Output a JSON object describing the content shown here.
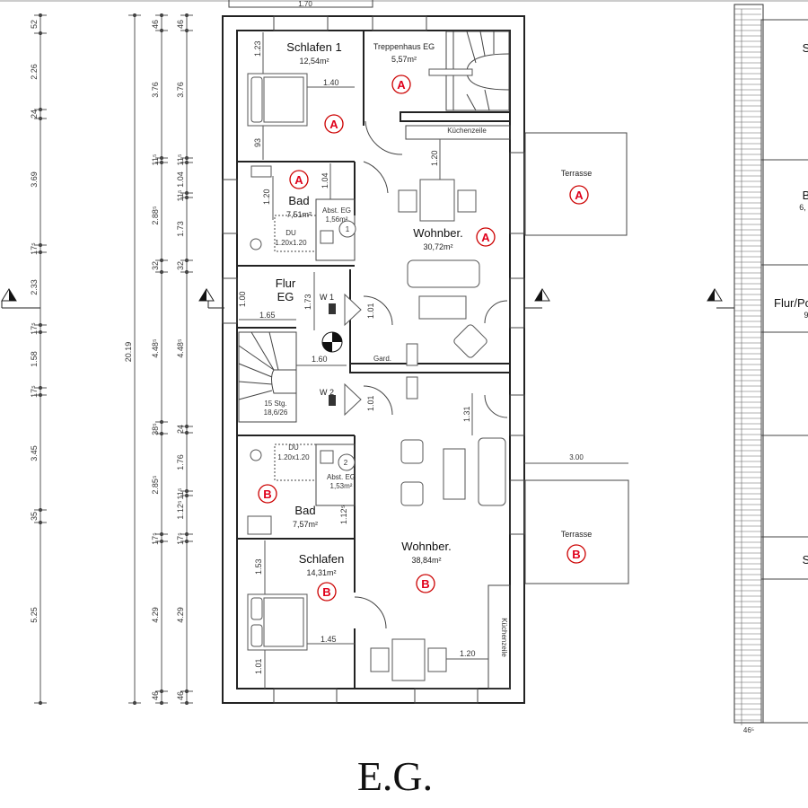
{
  "drawing": {
    "title": "E.G.",
    "top_dimension": "1.70",
    "terrace_dimension": "3.00"
  },
  "dimension_chains": {
    "outer": [
      "52",
      "2.26",
      "24",
      "3.69",
      "17⁵",
      "2.33",
      "17⁵",
      "1.58",
      "17⁵",
      "3.45",
      "35",
      "5.25"
    ],
    "total": [
      "20.19"
    ],
    "middle": [
      "46",
      "3.76",
      "11⁵",
      "2.88⁵",
      "32",
      "4.48⁵",
      "38⁵",
      "2.85⁵",
      "17⁵",
      "4.29",
      "46"
    ],
    "inner": [
      "46",
      "3.76",
      "11⁵",
      "1.04",
      "11⁵",
      "1.73",
      "32",
      "4.48⁵",
      "24",
      "1.76",
      "11⁵",
      "1.12⁵",
      "17⁵",
      "4.29",
      "46"
    ]
  },
  "rooms": {
    "schlafen1": {
      "name": "Schlafen 1",
      "area": "12,54m²",
      "dim_a": "1.23",
      "dim_b": "1.40",
      "dim_c": "93"
    },
    "treppenhaus": {
      "name": "Treppenhaus EG",
      "area": "5,57m²"
    },
    "kuechenzeile_a": {
      "name": "Küchenzeile",
      "dim": "1.20"
    },
    "bad_a": {
      "name": "Bad",
      "area": "7,51m²",
      "shower": "DU",
      "shower_size": "1.20x1.20",
      "dim_a": "1.20",
      "dim_b": "1.04"
    },
    "abst_a": {
      "name": "Abst. EG",
      "area": "1,56m²",
      "number": "1"
    },
    "wohn_a": {
      "name": "Wohnber.",
      "area": "30,72m²"
    },
    "flur": {
      "name_line1": "Flur",
      "name_line2": "EG",
      "dim_a": "1.00",
      "dim_b": "1.65",
      "dim_c": "1.73",
      "dim_d": "1.60"
    },
    "w1": {
      "name": "W 1",
      "door": "1.01"
    },
    "w2": {
      "name": "W 2",
      "door": "1.01"
    },
    "stairs": {
      "steps": "15 Stg.",
      "ratio": "18,6/26"
    },
    "garderobe": {
      "name": "Gard."
    },
    "wohn_b_dim": "1.31",
    "abst_b": {
      "name": "Abst. EG",
      "area": "1,53m²",
      "number": "2"
    },
    "bad_b": {
      "name": "Bad",
      "area": "7,57m²",
      "shower": "DU",
      "shower_size": "1.20x1.20",
      "dim": "1.12⁵"
    },
    "schlafen_b": {
      "name": "Schlafen",
      "area": "14,31m²",
      "dim_a": "1.53",
      "dim_b": "1.45",
      "dim_c": "1.01"
    },
    "wohn_b": {
      "name": "Wohnber.",
      "area": "38,84m²"
    },
    "kuechenzeile_b": {
      "name": "Küchenzeile",
      "dim": "1.20"
    },
    "terrasse_a": {
      "name": "Terrasse"
    },
    "terrasse_b": {
      "name": "Terrasse"
    }
  },
  "neighbor": {
    "room1": "S",
    "room2": "B",
    "area2": "6,",
    "room3": "Flur/Po",
    "area3": "9",
    "room4": "S",
    "bottom_dim": "46⁵"
  },
  "markers": {
    "a": "A",
    "b": "B",
    "color": "#e0001b"
  }
}
